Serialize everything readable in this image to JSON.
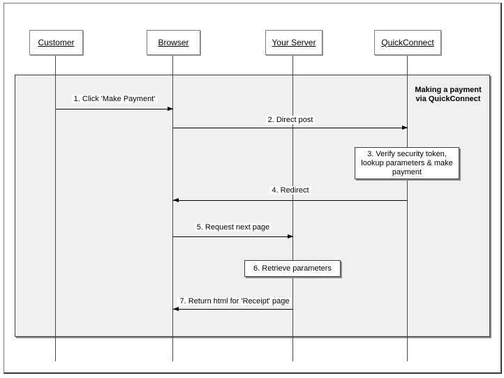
{
  "diagram": {
    "title": "Making a payment\nvia QuickConnect",
    "actors": [
      {
        "label": "Customer"
      },
      {
        "label": "Browser"
      },
      {
        "label": "Your Server"
      },
      {
        "label": "QuickConnect"
      }
    ],
    "messages": [
      {
        "label": "1. Click 'Make Payment'",
        "from": "Customer",
        "to": "Browser"
      },
      {
        "label": "2. Direct post",
        "from": "Browser",
        "to": "QuickConnect"
      },
      {
        "label": "4. Redirect",
        "from": "QuickConnect",
        "to": "Browser"
      },
      {
        "label": "5. Request next page",
        "from": "Browser",
        "to": "Your Server"
      },
      {
        "label": "7. Return html for 'Receipt' page",
        "from": "Your Server",
        "to": "Browser"
      }
    ],
    "notes": [
      {
        "label": "3. Verify security token, lookup parameters & make payment",
        "on": "QuickConnect"
      },
      {
        "label": "6. Retrieve parameters",
        "on": "Your Server"
      }
    ],
    "colors": {
      "interaction_fill": "#f0f0f0",
      "shadow": "#8c8c8c",
      "line": "#000000"
    }
  }
}
